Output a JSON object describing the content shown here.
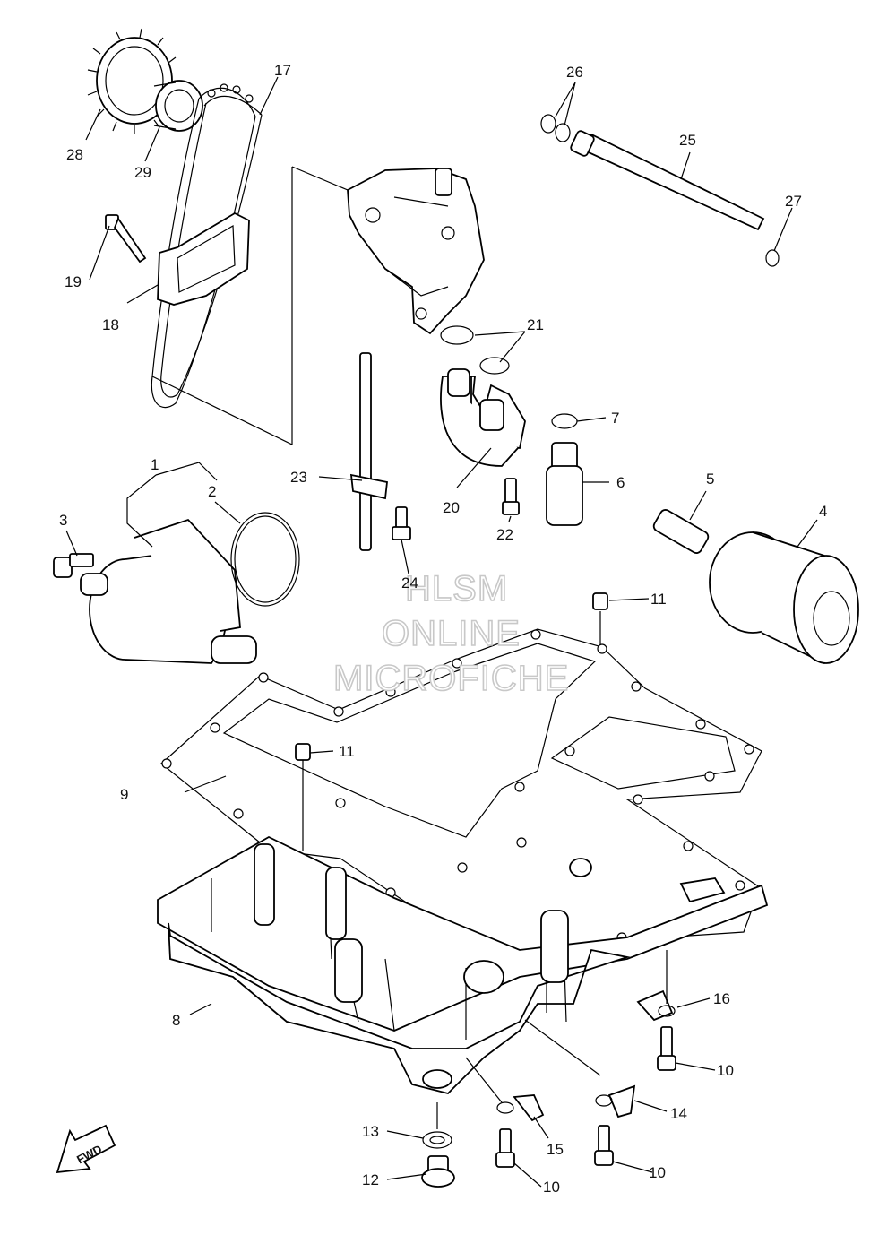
{
  "callouts": [
    {
      "id": "1",
      "label": "1"
    },
    {
      "id": "2",
      "label": "2"
    },
    {
      "id": "3",
      "label": "3"
    },
    {
      "id": "4",
      "label": "4"
    },
    {
      "id": "5",
      "label": "5"
    },
    {
      "id": "6",
      "label": "6"
    },
    {
      "id": "7",
      "label": "7"
    },
    {
      "id": "8",
      "label": "8"
    },
    {
      "id": "9",
      "label": "9"
    },
    {
      "id": "10a",
      "label": "10"
    },
    {
      "id": "10b",
      "label": "10"
    },
    {
      "id": "10c",
      "label": "10"
    },
    {
      "id": "11a",
      "label": "11"
    },
    {
      "id": "11b",
      "label": "11"
    },
    {
      "id": "12",
      "label": "12"
    },
    {
      "id": "13",
      "label": "13"
    },
    {
      "id": "14",
      "label": "14"
    },
    {
      "id": "15",
      "label": "15"
    },
    {
      "id": "16",
      "label": "16"
    },
    {
      "id": "17",
      "label": "17"
    },
    {
      "id": "18",
      "label": "18"
    },
    {
      "id": "19",
      "label": "19"
    },
    {
      "id": "20",
      "label": "20"
    },
    {
      "id": "21",
      "label": "21"
    },
    {
      "id": "22",
      "label": "22"
    },
    {
      "id": "23",
      "label": "23"
    },
    {
      "id": "24",
      "label": "24"
    },
    {
      "id": "25",
      "label": "25"
    },
    {
      "id": "26",
      "label": "26"
    },
    {
      "id": "27",
      "label": "27"
    },
    {
      "id": "28",
      "label": "28"
    },
    {
      "id": "29",
      "label": "29"
    }
  ],
  "watermark": {
    "line1": "HLSM",
    "line2": "ONLINE",
    "line3": "MICROFICHE"
  },
  "fwd_label": "FWD"
}
